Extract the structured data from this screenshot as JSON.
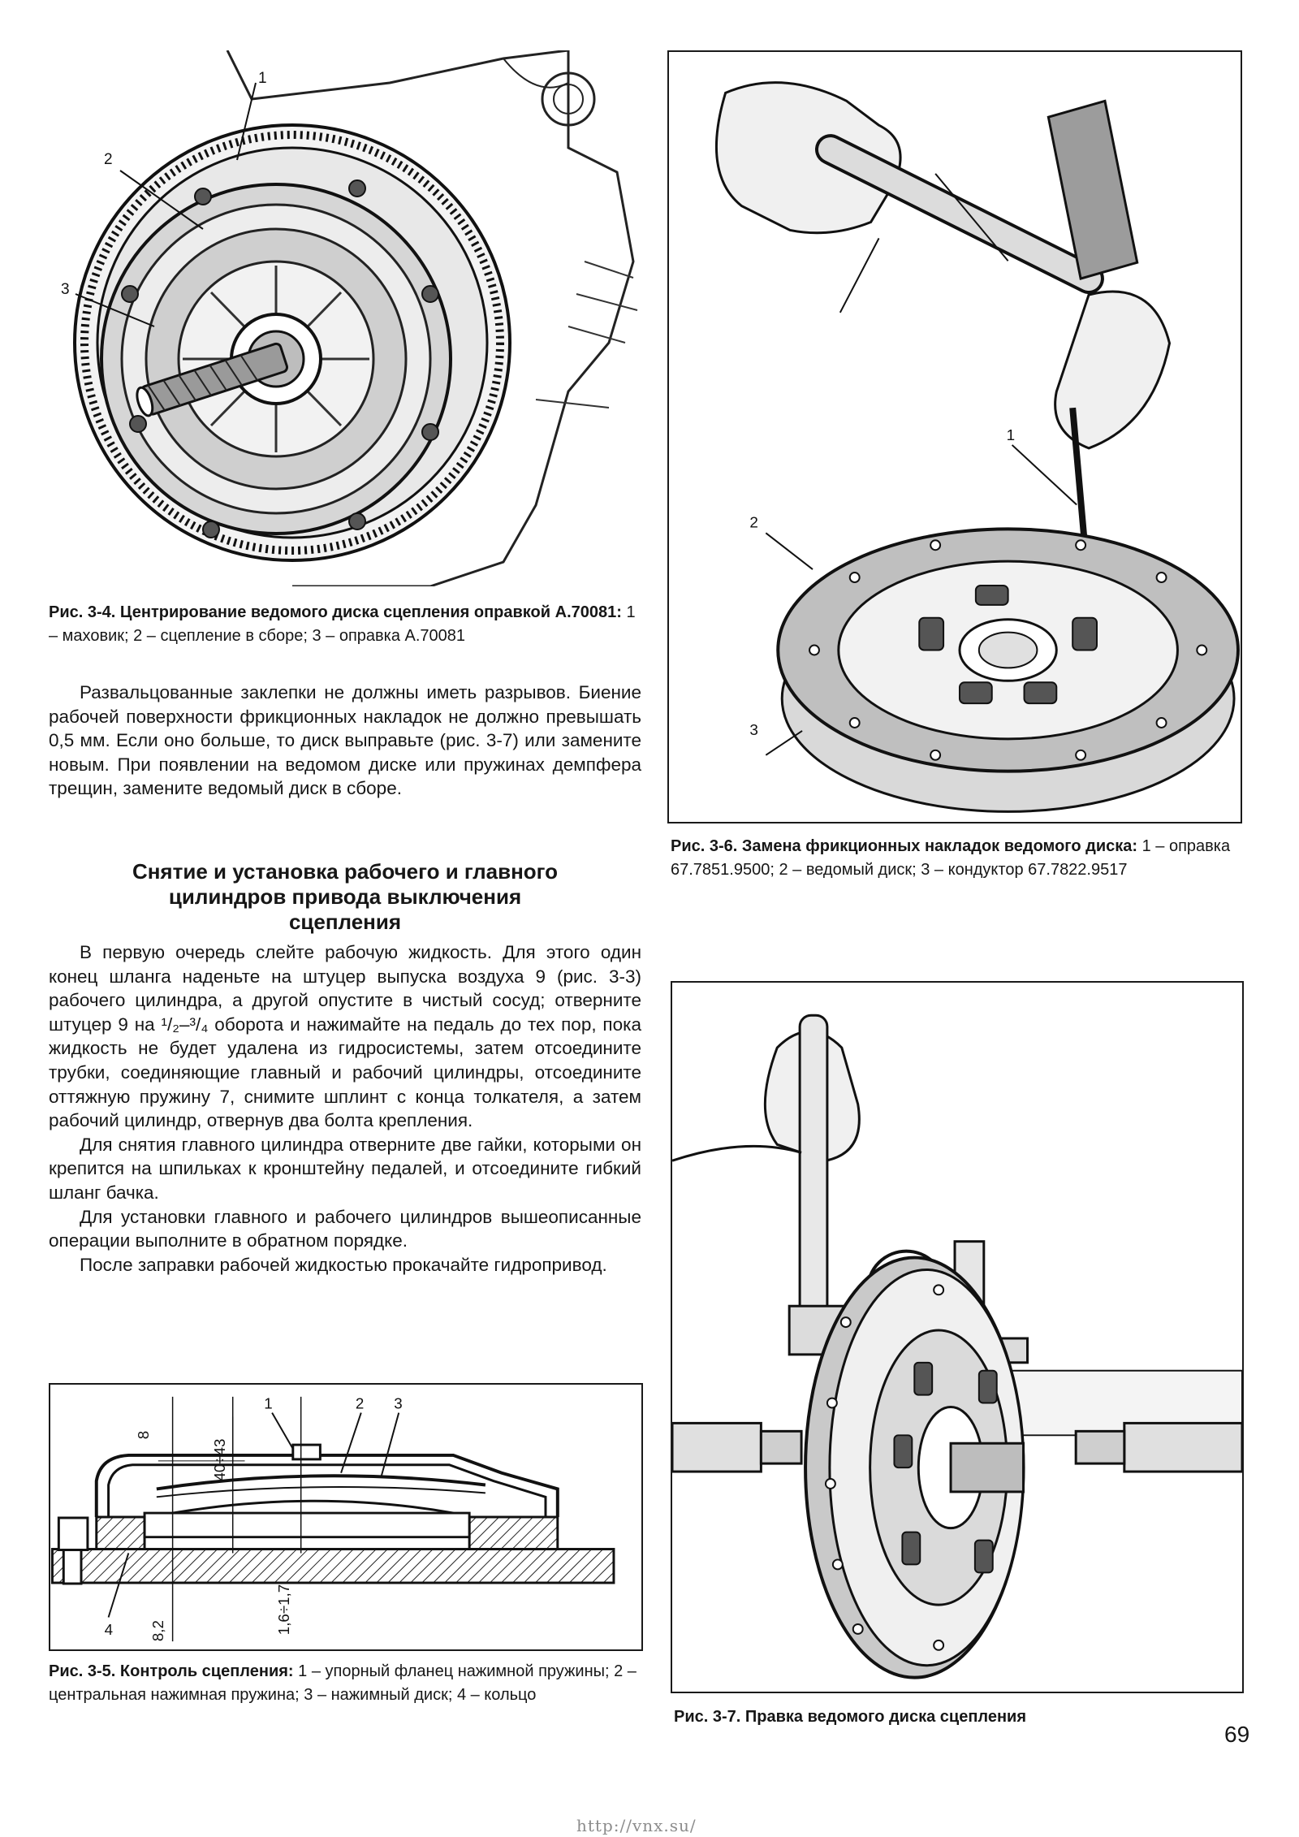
{
  "figures": {
    "fig34": {
      "callouts": [
        "1",
        "2",
        "3"
      ],
      "caption_bold": "Рис. 3-4. Центрирование ведомого диска сцепления оправкой А.70081:",
      "caption_text": " 1 – маховик; 2 – сцепление в сборе; 3 – оправка А.70081"
    },
    "fig35": {
      "callouts": [
        "1",
        "2",
        "3",
        "4"
      ],
      "dimensions": [
        "8",
        "40÷43",
        "8,2",
        "1,6÷1,7"
      ],
      "caption_bold": "Рис. 3-5. Контроль сцепления:",
      "caption_text": " 1 – упорный фланец нажимной пружины; 2 – центральная нажимная пружина; 3 – нажимный диск; 4 – кольцо"
    },
    "fig36": {
      "callouts": [
        "1",
        "2",
        "3"
      ],
      "caption_bold": "Рис. 3-6. Замена фрикционных накладок ведомого диска:",
      "caption_text": " 1 – оправка 67.7851.9500; 2 – ведомый диск; 3 – кондуктор 67.7822.9517"
    },
    "fig37": {
      "caption_bold": "Рис. 3-7. Правка ведомого диска сцепления"
    }
  },
  "text": {
    "para_top": "Развальцованные заклепки не должны иметь разрывов. Биение рабочей поверхности фрикционных накладок не должно превышать 0,5 мм. Если оно больше, то диск выправьте (рис. 3-7) или замените новым. При появлении на ведомом диске или пружинах демпфера трещин, замените ведомый диск в сборе.",
    "heading_line1": "Снятие и установка рабочего и главного",
    "heading_line2": "цилиндров привода выключения",
    "heading_line3": "сцепления",
    "p1_before": "В первую очередь слейте рабочую жидкость. Для этого один конец шланга наденьте на штуцер выпуска воздуха 9 (рис. 3-3) рабочего цилиндра, а другой опустите в чистый сосуд; отверните штуцер 9 на ",
    "p1_frac": "¹/₂–³/₄",
    "p1_after": " оборота и нажимайте на педаль до тех пор, пока жидкость не будет удалена из гидросистемы, затем отсоедините трубки, соединяющие главный и рабочий цилиндры, отсоедините оттяжную пружину 7, снимите шплинт с конца толкателя, а затем рабочий цилиндр, отвернув два болта крепления.",
    "p2": "Для снятия главного цилиндра отверните две гайки, которыми он крепится на шпильках к кронштейну педалей, и отсоедините гибкий шланг бачка.",
    "p3": "Для установки главного и рабочего цилиндров вышеописанные операции выполните в обратном порядке.",
    "p4": "После заправки рабочей жидкостью прокачайте гидропривод."
  },
  "page_number": "69",
  "footer_url": "http://vnx.su/"
}
